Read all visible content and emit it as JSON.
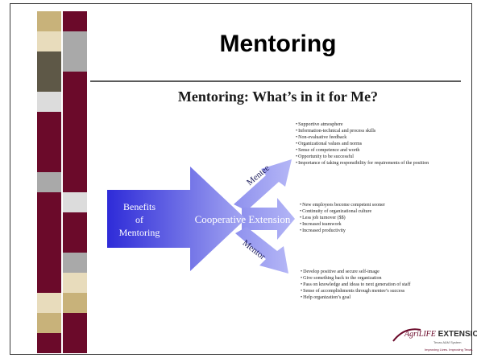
{
  "slide": {
    "title": "Mentoring",
    "subtitle": "Mentoring: What’s in it for Me?"
  },
  "diagram": {
    "benefits_label_line1": "Benefits",
    "benefits_label_line2": "of",
    "benefits_label_line3": "Mentoring",
    "center_label": "Cooperative Extension",
    "mentee_label": "Mentee",
    "mentor_label": "Mentor"
  },
  "lists": {
    "mentee": [
      "Supportive atmosphere",
      "Information-technical and process skills",
      "Non-evaluative feedback",
      "Organizational values and norms",
      "Sense of competence and worth",
      "Opportunity to be successful",
      "Importance of taking responsibility for requirements of the position"
    ],
    "extension": [
      "New employees become competent sooner",
      "Continuity of organizational culture",
      "Less job turnover ($$)",
      "Increased teamwork",
      "Increased productivity"
    ],
    "mentor": [
      "Develop positive and secure self-image",
      "Give something back to the organization",
      "Pass on knowledge and ideas to next generation of staff",
      "Sense of accomplishments through mentee’s success",
      "Help organization’s goal"
    ]
  },
  "logo": {
    "brand_prefix": "AgriLIFE",
    "brand_suffix": "EXTENSION",
    "tagline": "Texas A&M System",
    "motto": "Improving Lives. Improving Texas."
  },
  "colors": {
    "maroon": "#6b0a2a",
    "tan": "#c8b27a",
    "cream": "#e8dcbc",
    "gray": "#a9a9a9",
    "olive": "#5e5847",
    "arrow_dark": "#2e2bd8",
    "arrow_light": "#9a9cf0"
  }
}
